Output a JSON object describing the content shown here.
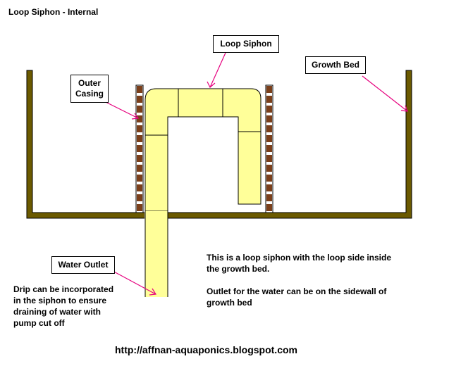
{
  "title": "Loop Siphon - Internal",
  "labels": {
    "loop_siphon": "Loop Siphon",
    "outer_casing": "Outer\nCasing",
    "growth_bed": "Growth Bed",
    "water_outlet": "Water Outlet"
  },
  "notes": {
    "drip": "Drip can be incorporated\nin the siphon to ensure\ndraining of water with\npump cut off",
    "description": "This is a loop siphon with the loop side inside\nthe growth bed.",
    "outlet": "Outlet for the water can be on the sidewall of\ngrowth bed"
  },
  "footer_url": "http://affnan-aquaponics.blogspot.com",
  "colors": {
    "bed_fill": "#6b5a00",
    "bed_outline": "#000000",
    "pipe_fill": "#ffff99",
    "casing_brick": "#7b3f1a",
    "arrow": "#e6007e"
  }
}
